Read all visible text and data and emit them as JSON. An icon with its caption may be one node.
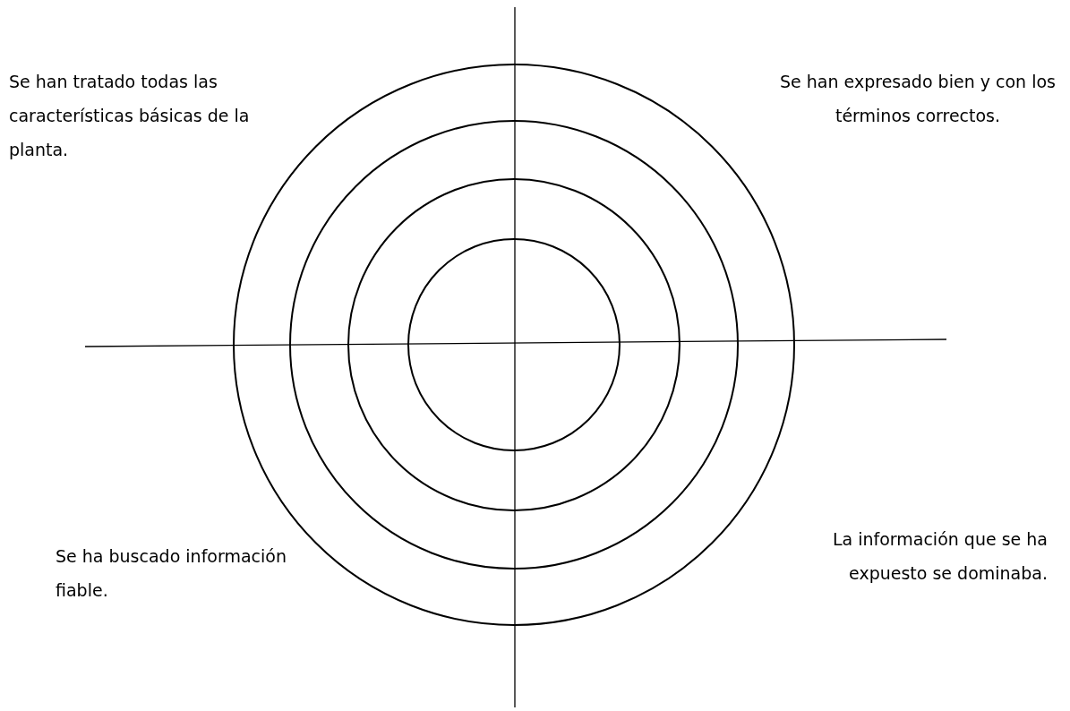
{
  "diagram": {
    "labels": [
      "Se han tratado todas las características básicas de la planta.",
      "Se han expresado bien y con los términos correctos.",
      "Se ha buscado información fiable.",
      "La información que se ha expuesto se dominaba."
    ]
  }
}
